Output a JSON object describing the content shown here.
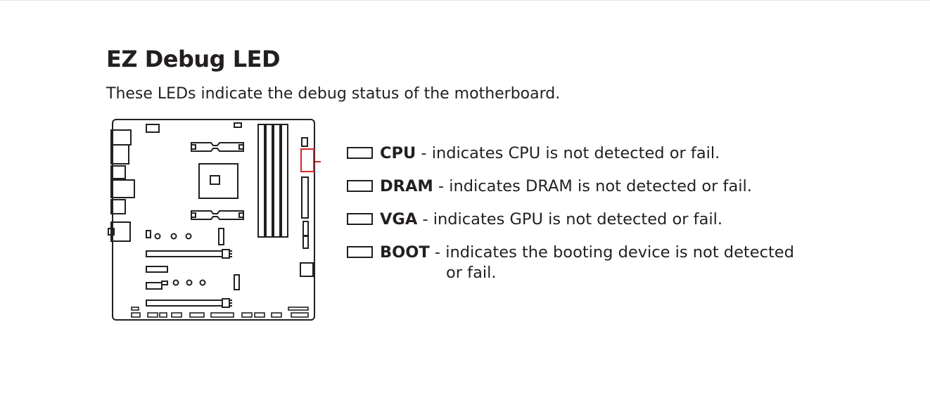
{
  "title": "EZ Debug LED",
  "intro": "These LEDs indicate the debug status of the motherboard.",
  "highlight_color": "#d9262c",
  "leds": [
    {
      "name": "CPU",
      "separator": " - ",
      "description": "indicates CPU is not detected or fail."
    },
    {
      "name": "DRAM",
      "separator": " - ",
      "description": "indicates DRAM is not detected or fail."
    },
    {
      "name": "VGA",
      "separator": " - ",
      "description": "indicates GPU is not detected or fail."
    },
    {
      "name": "BOOT",
      "separator": " - ",
      "description": "indicates the booting device is not detected",
      "continuation": "or fail."
    }
  ],
  "diagram": {
    "icon": "motherboard-layout-icon",
    "highlighted_component": "debug-led-cluster"
  }
}
